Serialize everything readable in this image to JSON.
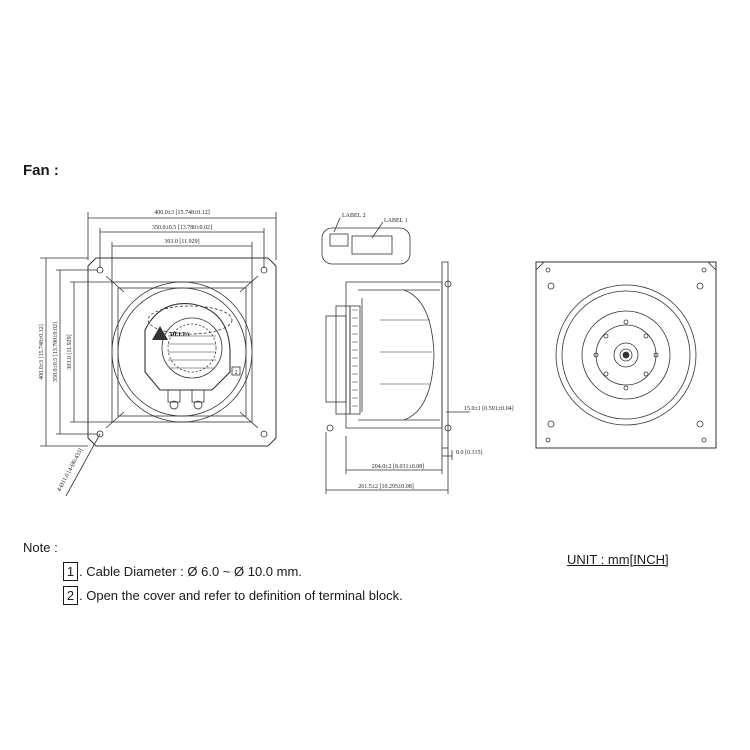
{
  "heading": "Fan :",
  "note_title": "Note :",
  "unit": "UNIT : mm[INCH]",
  "notes": [
    {
      "num": "1",
      "text": ". Cable Diameter : Ø 6.0 ~ Ø 10.0 mm."
    },
    {
      "num": "2",
      "text": ". Open the cover and refer to definition of terminal block."
    }
  ],
  "front_view": {
    "dim_top_1": "400.0±3 [15.748±0.12]",
    "dim_top_2": "350.0±0.5 [13.780±0.02]",
    "dim_top_3": "303.0 [11.929]",
    "dim_left_1": "400.0±3 [15.748±0.12]",
    "dim_left_2": "350.0±0.5 [13.780±0.02]",
    "dim_left_3": "303.0 [11.929]",
    "hole_callout": "4-Ø11.0 [4-Ø0.433]",
    "callout_2": "2",
    "logo_text": "DELTA"
  },
  "side_view": {
    "label_2": "LABEL 2",
    "label_1": "LABEL 1",
    "dim_15": "15.0±1 [0.591±0.04]",
    "dim_8": "8.0 [0.315]",
    "dim_204": "204.0±2 [8.031±0.08]",
    "dim_261": "261.5±2 [10.295±0.08]"
  }
}
